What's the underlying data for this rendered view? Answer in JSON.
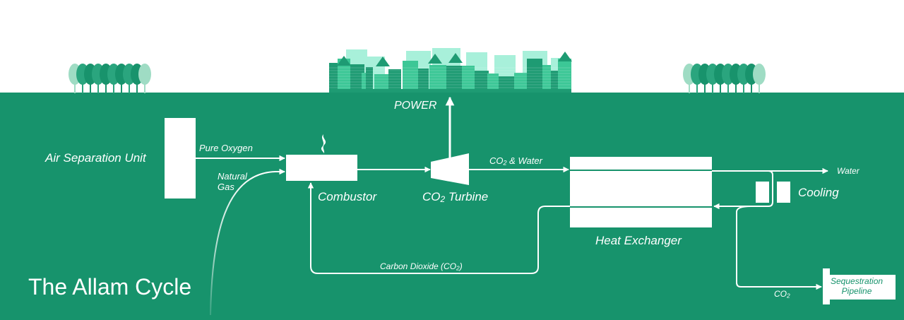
{
  "title": "The Allam Cycle",
  "colors": {
    "ground": "#17936c",
    "sky": "#ffffff",
    "foreground": "#ffffff",
    "tree_dark": "#18936c",
    "tree_mid": "#2aa57e",
    "tree_light": "#9fdcc4",
    "city_dark": "#1e9b73",
    "city_mid": "#3cc796",
    "city_light": "#a8f0da"
  },
  "components": {
    "air_separation_unit": "Air Separation Unit",
    "combustor": "Combustor",
    "turbine": {
      "prefix": "CO",
      "sub": "2",
      "suffix": " Turbine"
    },
    "heat_exchanger": "Heat Exchanger",
    "cooling": "Cooling",
    "sequestration_pipeline": {
      "line1": "Sequestration",
      "line2": "Pipeline"
    }
  },
  "flows": {
    "pure_oxygen": "Pure Oxygen",
    "natural_gas": {
      "line1": "Natural",
      "line2": "Gas"
    },
    "power": "POWER",
    "co2_and_water": {
      "prefix": "CO",
      "sub": "2",
      "suffix": " & Water"
    },
    "water": "Water",
    "carbon_dioxide": {
      "prefix": "Carbon Dioxide (CO",
      "sub": "2",
      "suffix": ")"
    },
    "co2_out": {
      "prefix": "CO",
      "sub": "2"
    }
  },
  "scenery": {
    "left": "tree-cluster",
    "center": "city-skyline",
    "right": "tree-cluster"
  }
}
